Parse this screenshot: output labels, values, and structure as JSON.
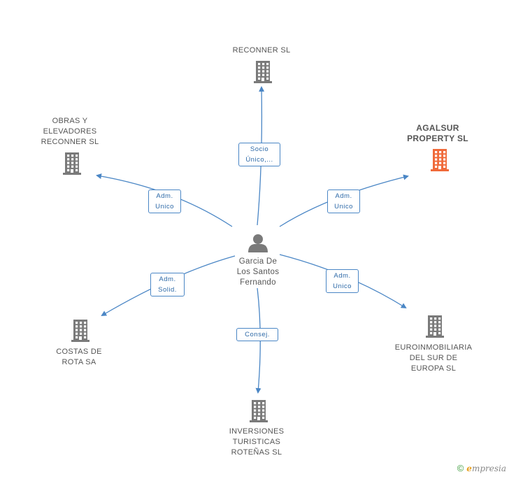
{
  "center": {
    "name": "Garcia De\nLos Santos\nFernando"
  },
  "nodes": [
    {
      "id": "reconner",
      "name": "RECONNER SL",
      "highlight": false,
      "relation": "Socio\nÚnico,..."
    },
    {
      "id": "agalsur",
      "name": "AGALSUR\nPROPERTY SL",
      "highlight": true,
      "relation": "Adm.\nUnico"
    },
    {
      "id": "euroinmobiliaria",
      "name": "EUROINMOBILIARIA\nDEL SUR DE\nEUROPA SL",
      "highlight": false,
      "relation": "Adm.\nUnico"
    },
    {
      "id": "inversiones",
      "name": "INVERSIONES\nTURISTICAS\nROTEÑAS SL",
      "highlight": false,
      "relation": "Consej."
    },
    {
      "id": "costas",
      "name": "COSTAS DE\nROTA SA",
      "highlight": false,
      "relation": "Adm.\nSolid."
    },
    {
      "id": "obras",
      "name": "OBRAS Y\nELEVADORES\nRECONNER SL",
      "highlight": false,
      "relation": "Adm.\nUnico"
    }
  ],
  "colors": {
    "edge": "#4a86c5",
    "building": "#7a7a7a",
    "building_highlight": "#f06a3a",
    "person": "#7a7a7a"
  },
  "footer": {
    "copyright": "©",
    "brand_initial": "e",
    "brand_rest": "mpresia"
  }
}
